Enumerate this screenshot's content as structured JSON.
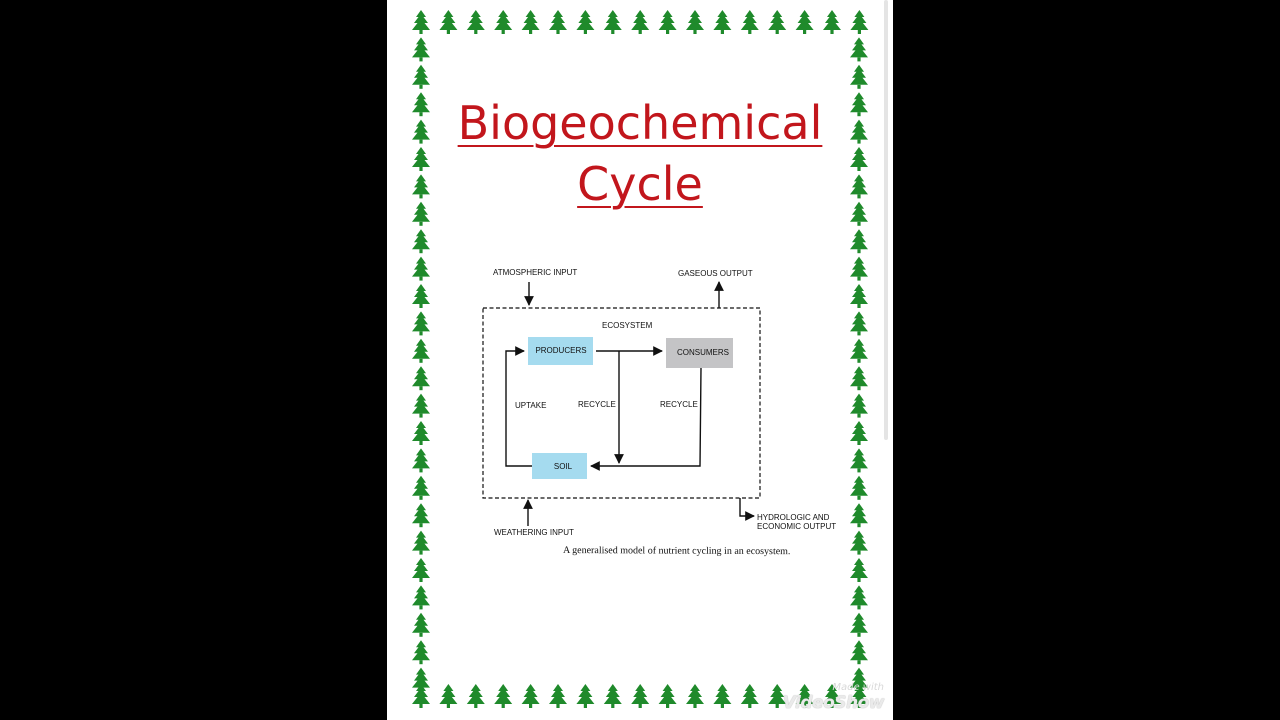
{
  "title": {
    "line1": "Biogeochemical",
    "line2": "Cycle"
  },
  "diagram": {
    "atmospheric_input": "ATMOSPHERIC INPUT",
    "gaseous_output": "GASEOUS OUTPUT",
    "ecosystem": "ECOSYSTEM",
    "producers": "PRODUCERS",
    "consumers": "CONSUMERS",
    "soil": "SOIL",
    "uptake": "UPTAKE",
    "recycle_1": "RECYCLE",
    "recycle_2": "RECYCLE",
    "weathering_input": "WEATHERING INPUT",
    "hydrologic_output_1": "HYDROLOGIC AND",
    "hydrologic_output_2": "ECONOMIC OUTPUT",
    "caption": "A generalised model of nutrient cycling in an ecosystem."
  },
  "watermark": {
    "small": "Made with",
    "big": "VideoShow"
  },
  "colors": {
    "title": "#c2161c",
    "border_tree": "#1f8a2b",
    "producers_box": "#a5dbef",
    "consumers_box": "#c4c4c6",
    "soil_box": "#a5dbef"
  },
  "icons": {
    "border": "pine-tree-icon"
  }
}
